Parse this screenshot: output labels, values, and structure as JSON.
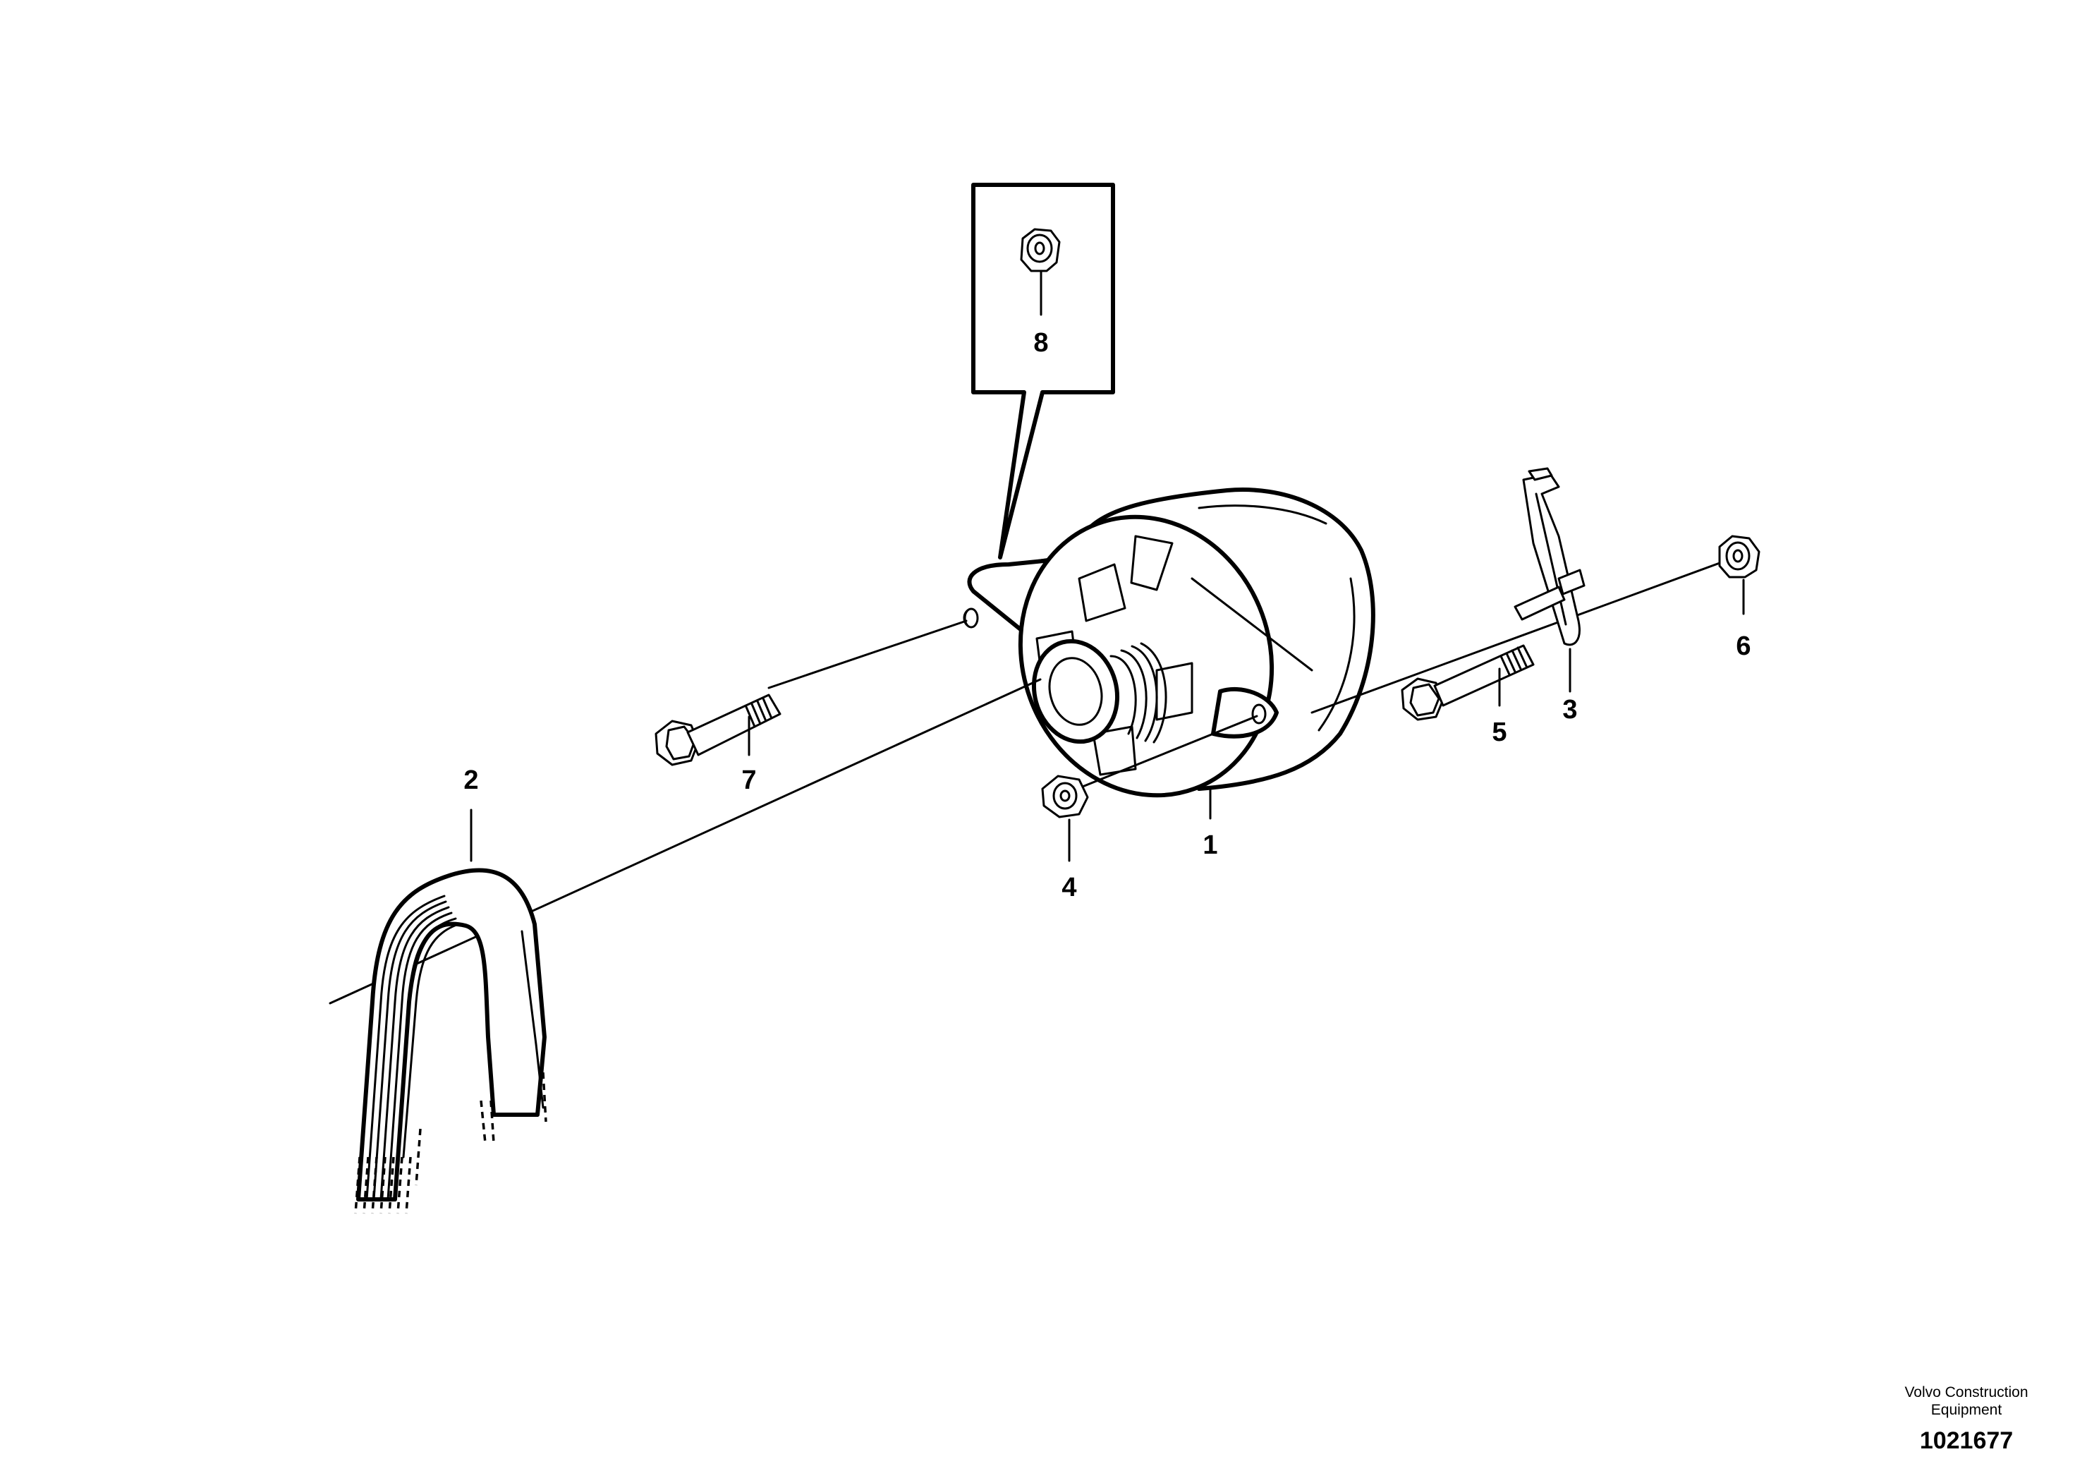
{
  "callouts": {
    "c1": "1",
    "c2": "2",
    "c3": "3",
    "c4": "4",
    "c5": "5",
    "c6": "6",
    "c7": "7",
    "c8": "8"
  },
  "credit": {
    "company_line1": "Volvo Construction",
    "company_line2": "Equipment",
    "drawing_number": "1021677"
  }
}
